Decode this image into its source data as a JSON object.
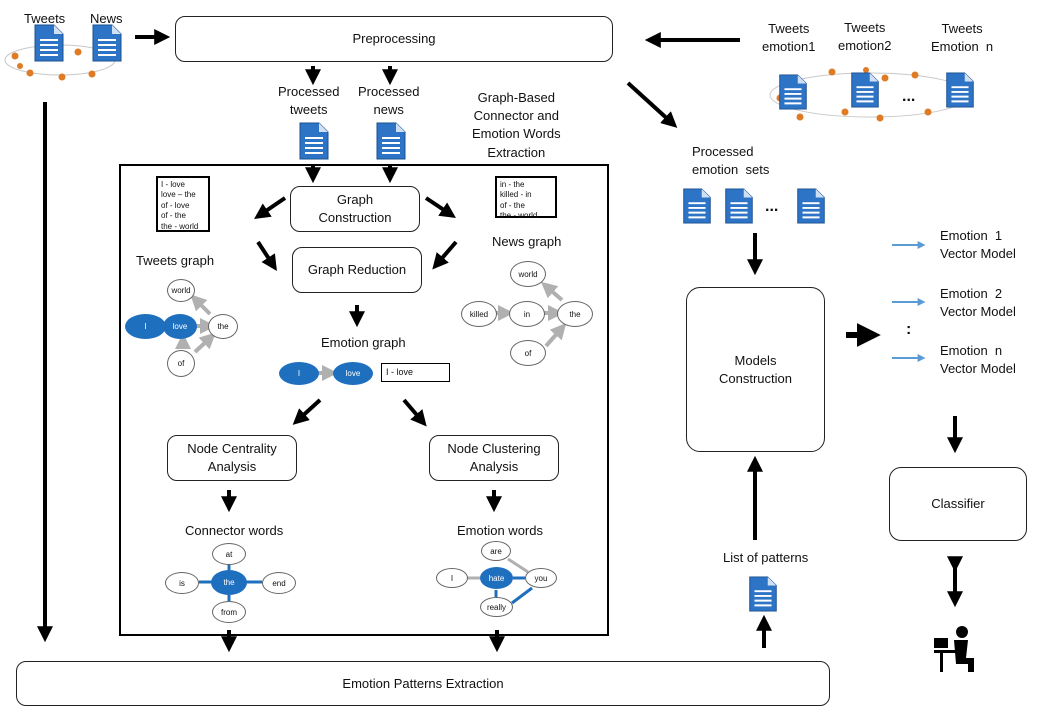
{
  "inputs": {
    "tweets": "Tweets",
    "news": "News"
  },
  "emotion_inputs": {
    "label1": "Tweets\nemotion1",
    "label2": "Tweets\nemotion2",
    "labeln": "Tweets\nEmotion  n",
    "dots": "..."
  },
  "preprocessing": "Preprocessing",
  "processed": {
    "tweets": "Processed\ntweets",
    "news": "Processed\nnews"
  },
  "extraction_title": "Graph-Based\nConnector and\nEmotion Words\nExtraction",
  "graph_construction": "Graph\nConstruction",
  "graph_reduction": "Graph Reduction",
  "tweets_graph": {
    "title": "Tweets graph",
    "sample": "I - love\nlove – the\nof - love\nof - the\nthe - world",
    "nodes": [
      "world",
      "I",
      "love",
      "the",
      "of"
    ]
  },
  "news_graph": {
    "title": "News graph",
    "sample": "in - the\nkilled - in\nof - the\nthe - world",
    "nodes": [
      "world",
      "killed",
      "in",
      "the",
      "of"
    ]
  },
  "emotion_graph": {
    "title": "Emotion  graph",
    "nodes": [
      "I",
      "love"
    ],
    "sample": "I - love"
  },
  "node_centrality": "Node Centrality\nAnalysis",
  "node_clustering": "Node Clustering\nAnalysis",
  "connector_words": {
    "title": "Connector words",
    "nodes": [
      "at",
      "is",
      "the",
      "end",
      "from"
    ]
  },
  "emotion_words": {
    "title": "Emotion  words",
    "nodes": [
      "are",
      "I",
      "hate",
      "you",
      "really"
    ]
  },
  "emotion_patterns": "Emotion  Patterns Extraction",
  "processed_emotion_sets": "Processed\nemotion  sets",
  "processed_dots": "...",
  "models_construction": "Models\nConstruction",
  "list_of_patterns": "List of patterns",
  "vector_models": [
    "Emotion  1\nVector Model",
    "Emotion  2\nVector Model",
    "Emotion  n\nVector Model"
  ],
  "vector_dots": ":",
  "classifier": "Classifier",
  "colors": {
    "blue_node": "#1f6fbf",
    "arrow_light": "#5b9bd5",
    "doc_blue": "#2e74c6",
    "bird_orange": "#e07b25"
  }
}
